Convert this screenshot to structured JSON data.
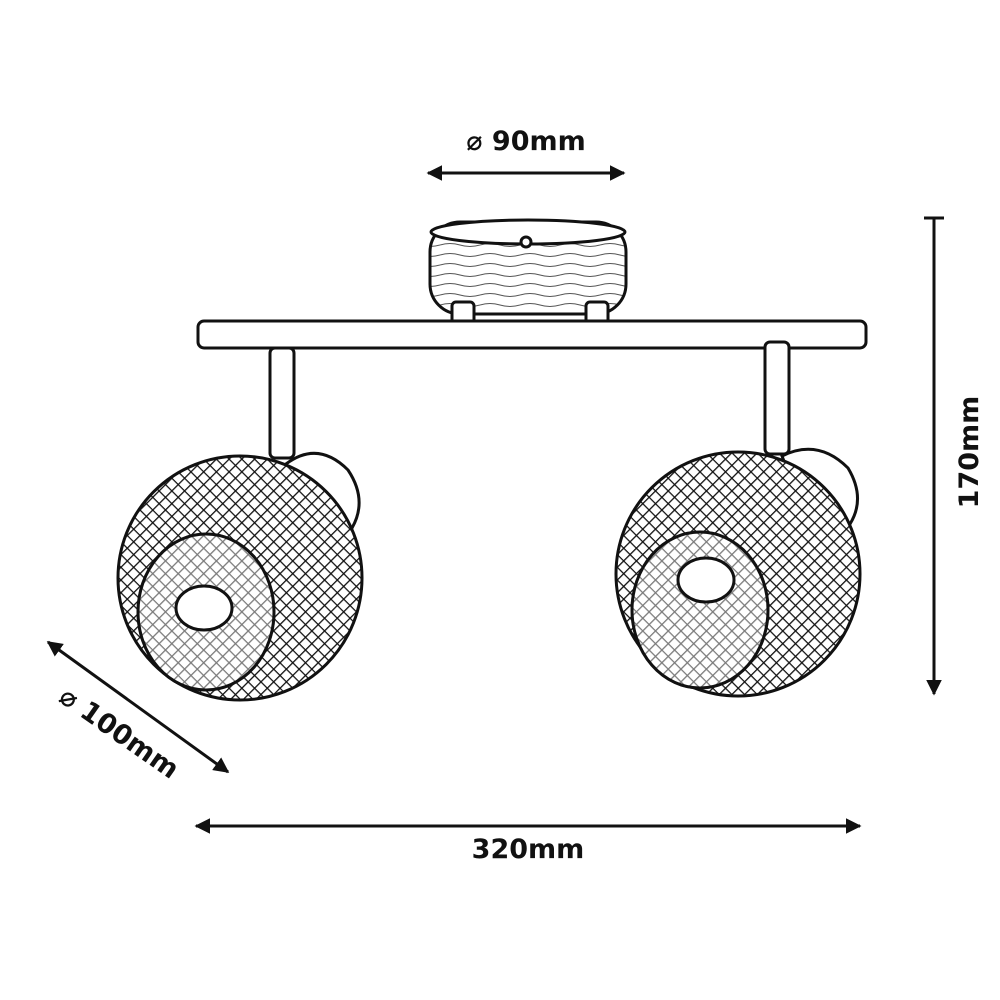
{
  "dimensions": {
    "base_diameter": "⌀ 90mm",
    "shade_diameter": "⌀ 100mm",
    "total_width": "320mm",
    "total_height": "170mm"
  },
  "colors": {
    "line": "#111111",
    "background": "#ffffff"
  }
}
